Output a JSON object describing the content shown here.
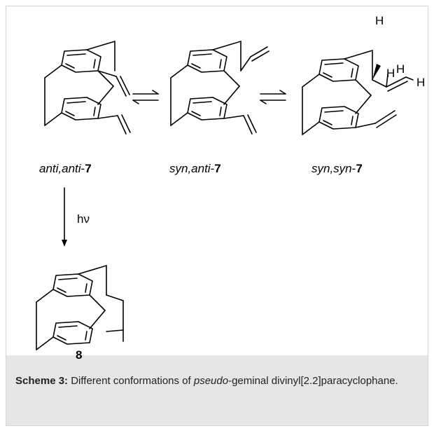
{
  "compounds": {
    "c1": {
      "label_italic": "anti,anti",
      "sep": "-",
      "label_bold": "7"
    },
    "c2": {
      "label_italic": "syn,anti",
      "sep": "-",
      "label_bold": "7"
    },
    "c3": {
      "label_italic": "syn,syn",
      "sep": "-",
      "label_bold": "7"
    },
    "c4": {
      "label_bold": "8"
    }
  },
  "arrow": {
    "condition": "hν"
  },
  "hydrogens": {
    "h1": "H",
    "h2": "H",
    "h3": "H",
    "h4": "H"
  },
  "caption": {
    "bold": "Scheme 3:",
    "text1": " Different conformations of ",
    "italic": "pseudo",
    "text2": "-geminal divinyl[2.2]paracyclophane."
  }
}
